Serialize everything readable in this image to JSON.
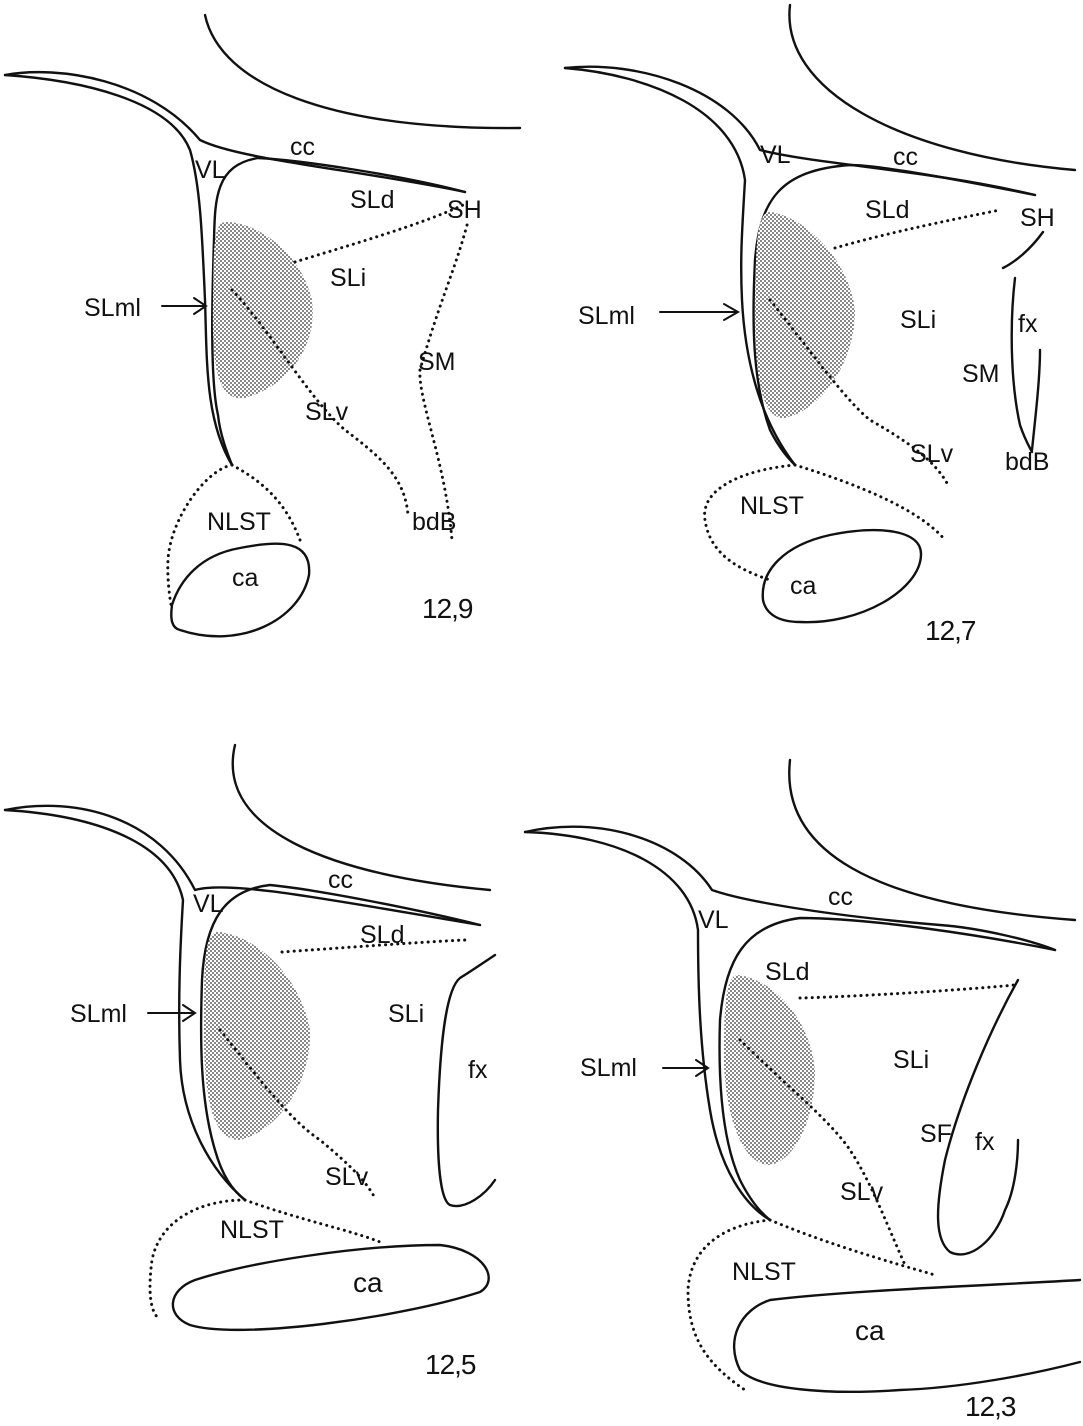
{
  "panels": [
    {
      "labels": {
        "cc": "cc",
        "VL": "VL",
        "SLd": "SLd",
        "SH": "SH",
        "SLi": "SLi",
        "SLml": "SLml",
        "SM": "SM",
        "SLv": "SLv",
        "bdB": "bdB",
        "NLST": "NLST",
        "ca": "ca"
      },
      "level": "12,9"
    },
    {
      "labels": {
        "cc": "cc",
        "VL": "VL",
        "SLd": "SLd",
        "SH": "SH",
        "SLi": "SLi",
        "SLml": "SLml",
        "fx": "fx",
        "SM": "SM",
        "SLv": "SLv",
        "bdB": "bdB",
        "NLST": "NLST",
        "ca": "ca"
      },
      "level": "12,7"
    },
    {
      "labels": {
        "cc": "cc",
        "VL": "VL",
        "SLd": "SLd",
        "SLi": "SLi",
        "SLml": "SLml",
        "fx": "fx",
        "SLv": "SLv",
        "NLST": "NLST",
        "ca": "ca"
      },
      "level": "12,5"
    },
    {
      "labels": {
        "cc": "cc",
        "VL": "VL",
        "SLd": "SLd",
        "SLi": "SLi",
        "SLml": "SLml",
        "SF": "SF",
        "fx": "fx",
        "SLv": "SLv",
        "NLST": "NLST",
        "ca": "ca"
      },
      "level": "12,3"
    }
  ]
}
